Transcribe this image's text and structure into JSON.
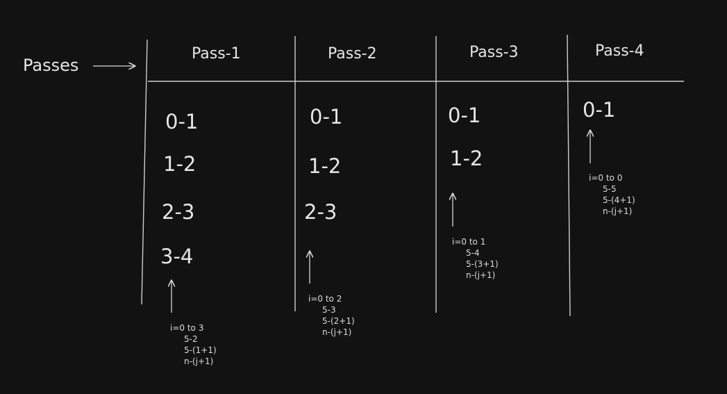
{
  "row_label": "Passes",
  "passes": [
    {
      "header": "Pass-1",
      "pairs": [
        "0-1",
        "1-2",
        "2-3",
        "3-4"
      ],
      "note": [
        "i=0 to 3",
        "5-2",
        "5-(1+1)",
        "n-(j+1)"
      ]
    },
    {
      "header": "Pass-2",
      "pairs": [
        "0-1",
        "1-2",
        "2-3"
      ],
      "note": [
        "i=0 to 2",
        "5-3",
        "5-(2+1)",
        "n-(j+1)"
      ]
    },
    {
      "header": "Pass-3",
      "pairs": [
        "0-1",
        "1-2"
      ],
      "note": [
        "i=0 to 1",
        "5-4",
        "5-(3+1)",
        "n-(j+1)"
      ]
    },
    {
      "header": "Pass-4",
      "pairs": [
        "0-1"
      ],
      "note": [
        "i=0 to 0",
        "5-5",
        "5-(4+1)",
        "n-(j+1)"
      ]
    }
  ],
  "colors": {
    "background": "#121212",
    "ink": "#e6e6e6"
  }
}
